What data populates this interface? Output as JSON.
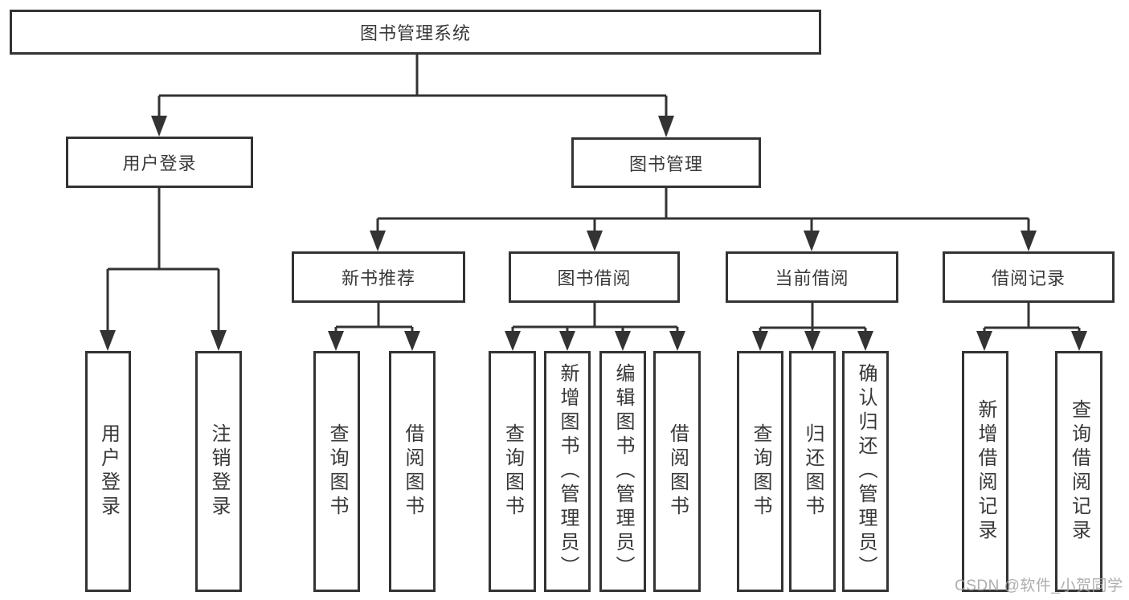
{
  "tree": {
    "label": "图书管理系统",
    "children": [
      {
        "label": "用户登录",
        "children": [
          {
            "label": "用户登录"
          },
          {
            "label": "注销登录"
          }
        ]
      },
      {
        "label": "图书管理",
        "children": [
          {
            "label": "新书推荐",
            "children": [
              {
                "label": "查询图书"
              },
              {
                "label": "借阅图书"
              }
            ]
          },
          {
            "label": "图书借阅",
            "children": [
              {
                "label": "查询图书"
              },
              {
                "label": "新增图书（管理员）"
              },
              {
                "label": "编辑图书（管理员）"
              },
              {
                "label": "借阅图书"
              }
            ]
          },
          {
            "label": "当前借阅",
            "children": [
              {
                "label": "查询图书"
              },
              {
                "label": "归还图书"
              },
              {
                "label": "确认归还（管理员）"
              }
            ]
          },
          {
            "label": "借阅记录",
            "children": [
              {
                "label": "新增借阅记录"
              },
              {
                "label": "查询借阅记录"
              }
            ]
          }
        ]
      }
    ]
  },
  "watermark": {
    "text": "CSDN @软件_小贺同学"
  },
  "colors": {
    "line": "#333333",
    "text": "#383838",
    "background": "#ffffff",
    "watermark": "#a5a5a5"
  }
}
